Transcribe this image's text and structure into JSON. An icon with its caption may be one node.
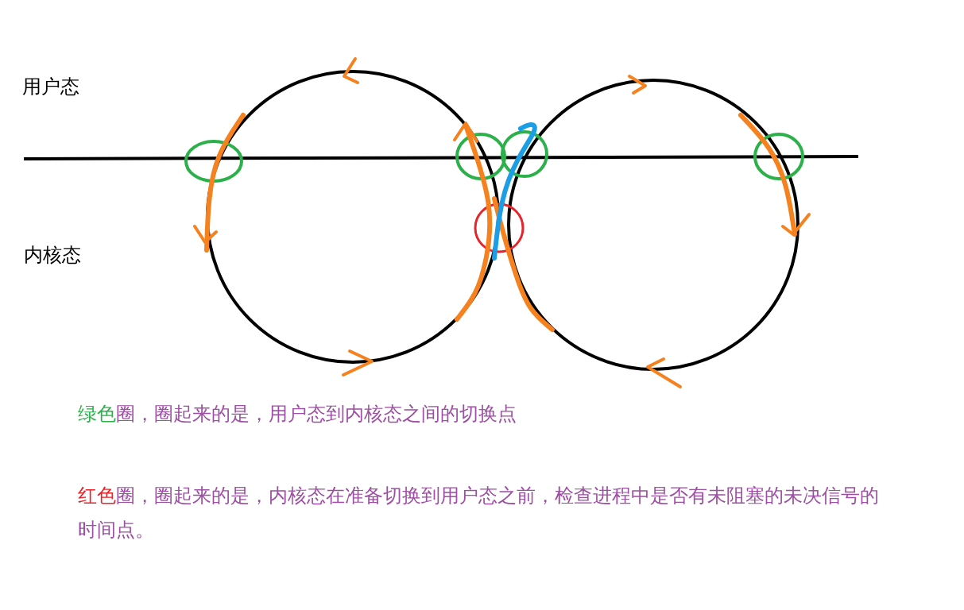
{
  "diagram": {
    "labels": [
      "用户态",
      "内核态",
      "绿色",
      "圈，圈起来的是，用户态到内核态之间的切换点",
      "红色",
      "圈，圈起来的是，内核态在准备切换到用户态之前，检查进程中是否有未阻塞的未决信号的时间点。"
    ]
  }
}
